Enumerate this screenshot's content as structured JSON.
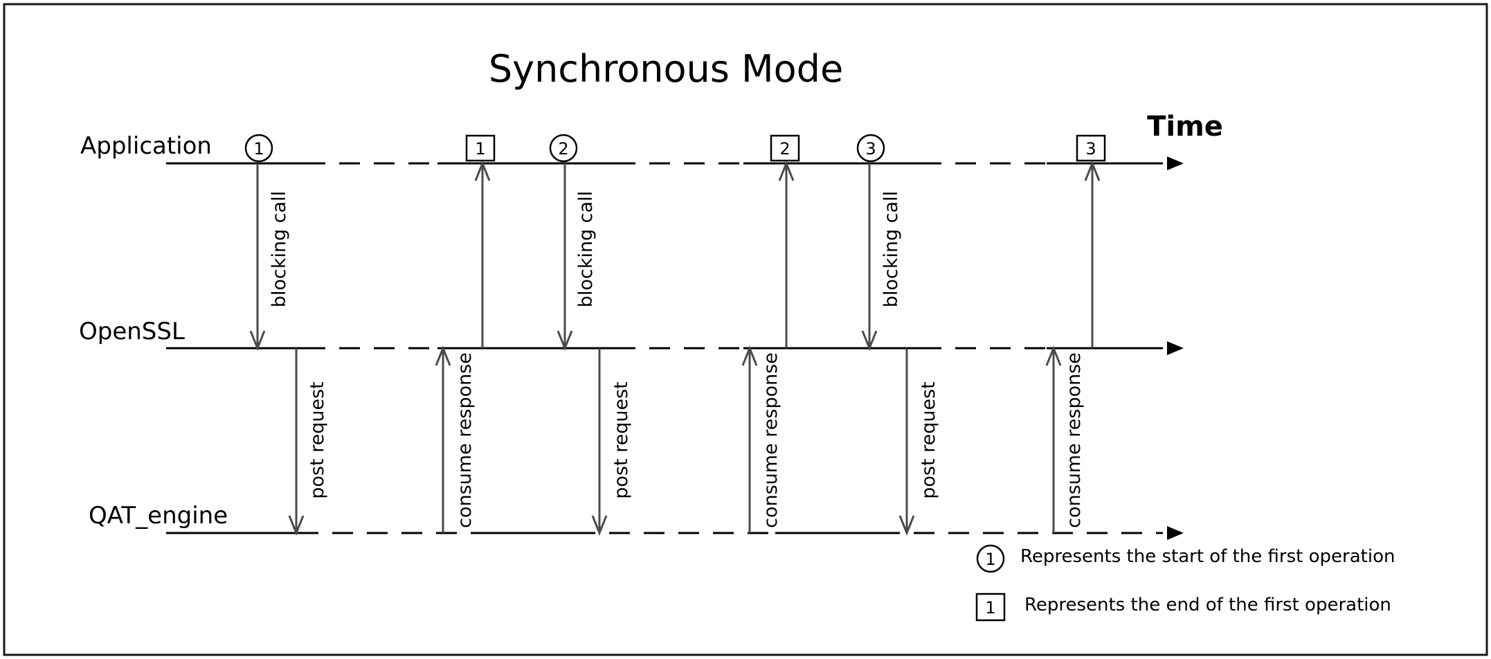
{
  "title": "Synchronous Mode",
  "time_label": "Time",
  "lanes": {
    "application": "Application",
    "openssl": "OpenSSL",
    "qat_engine": "QAT_engine"
  },
  "labels": {
    "blocking_call": "blocking call",
    "post_request": "post request",
    "consume_response": "consume response"
  },
  "markers": {
    "start": [
      "1",
      "2",
      "3"
    ],
    "end": [
      "1",
      "2",
      "3"
    ]
  },
  "legend": {
    "start_symbol": "1",
    "start_text": "Represents the start of the first operation",
    "end_symbol": "1",
    "end_text": "Represents the end of the first operation"
  },
  "colors": {
    "line": "#000000",
    "arrow": "#4a4a4a",
    "border": "#1a1a1a"
  }
}
